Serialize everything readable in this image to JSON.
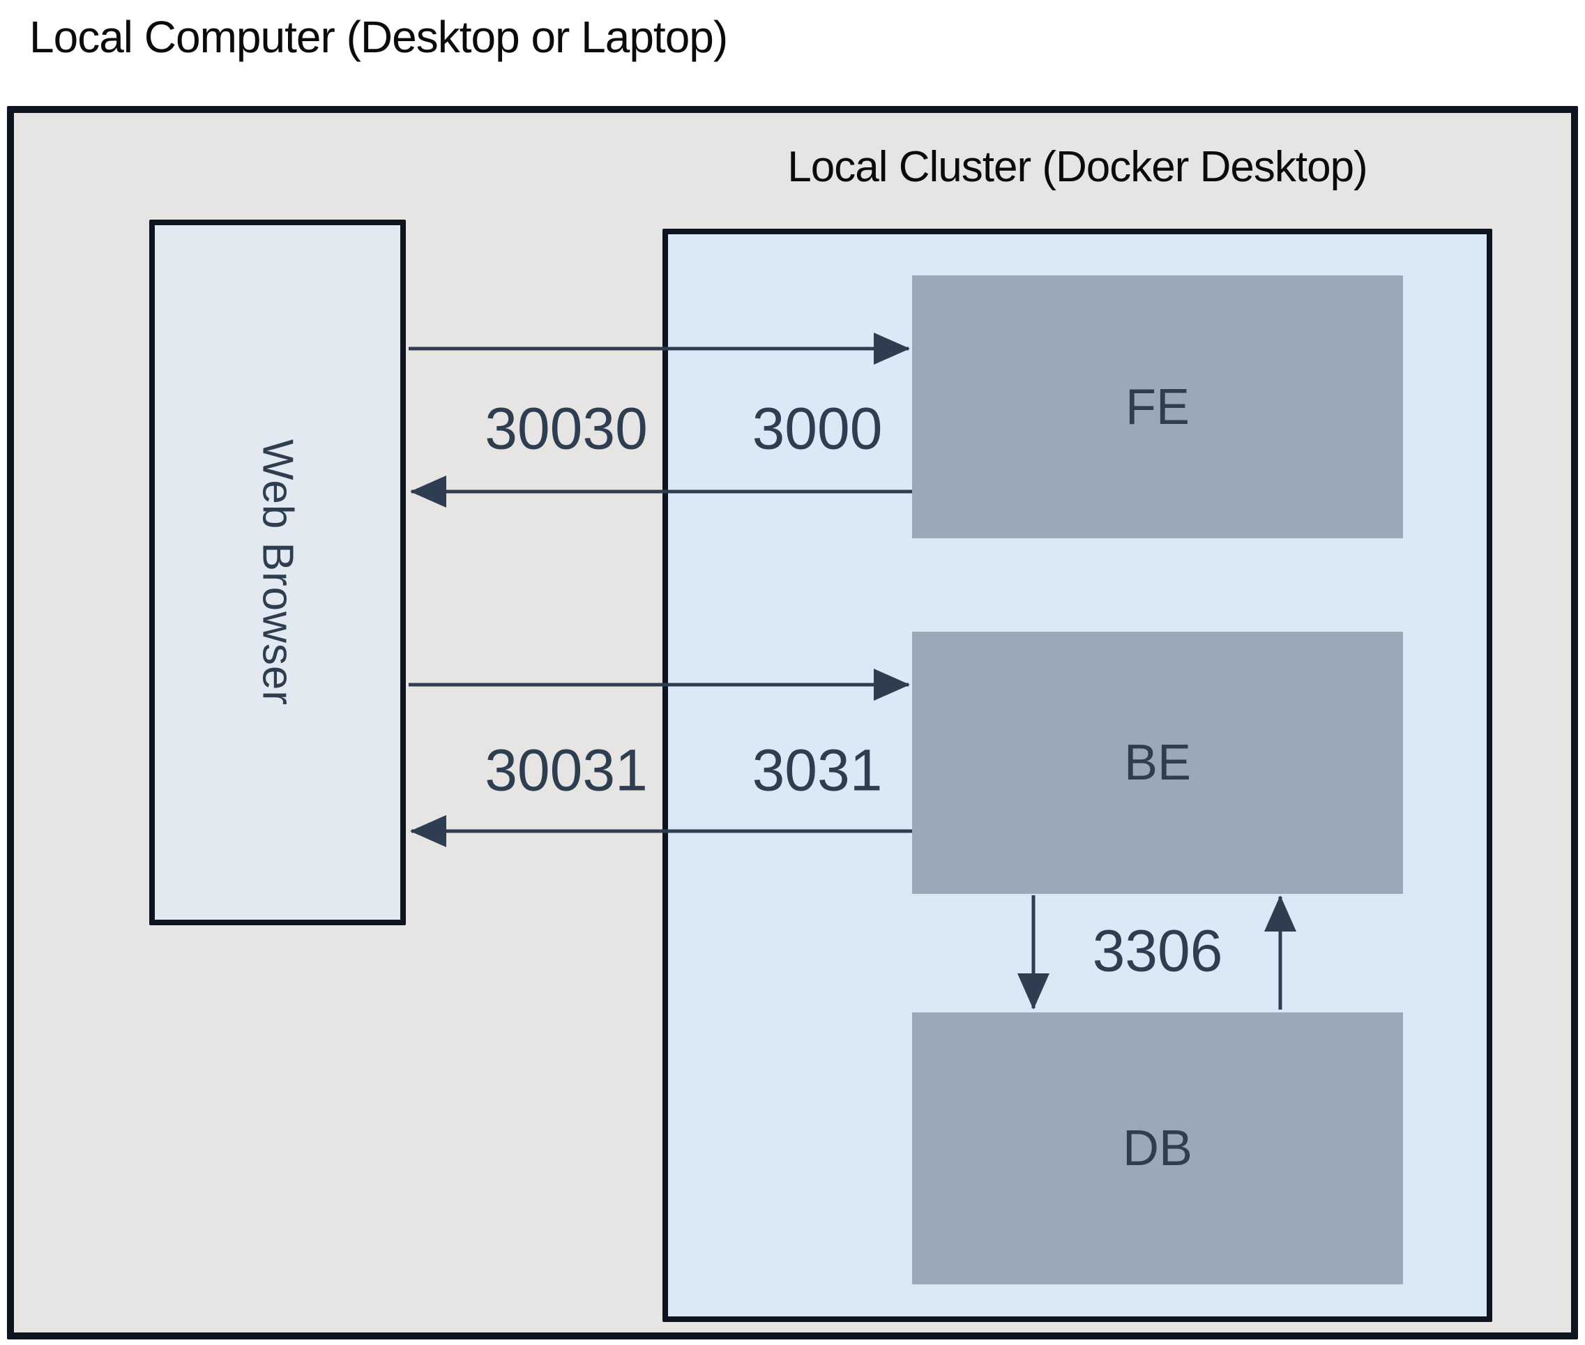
{
  "outer": {
    "title": "Local Computer (Desktop or Laptop)"
  },
  "cluster": {
    "title": "Local Cluster (Docker Desktop)"
  },
  "nodes": {
    "browser": {
      "label": "Web Browser"
    },
    "fe": {
      "label": "FE"
    },
    "be": {
      "label": "BE"
    },
    "db": {
      "label": "DB"
    }
  },
  "ports": {
    "browser_to_fe": "30030",
    "fe": "3000",
    "browser_to_be": "30031",
    "be": "3031",
    "db": "3306"
  },
  "colors": {
    "outer_fill": "#e6e5e3",
    "cluster_fill": "#dbe9f7",
    "browser_fill": "#e3e9f1",
    "node_fill": "#9aa8b8",
    "border": "#0e1420",
    "arrow": "#2e3e50",
    "label_text": "#2e3e50",
    "title_text": "#0b0b0b"
  }
}
